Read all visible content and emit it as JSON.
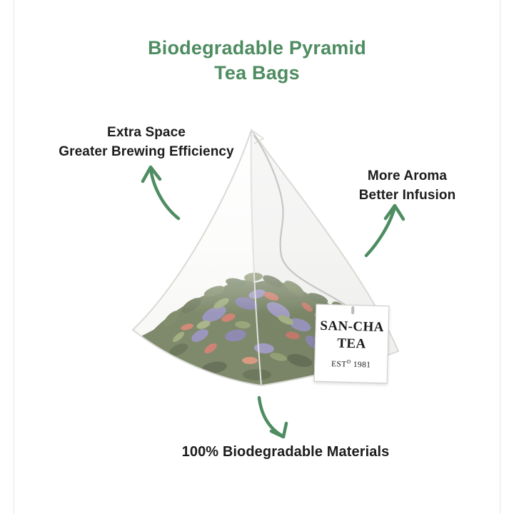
{
  "title": {
    "line1": "Biodegradable Pyramid",
    "line2": "Tea Bags"
  },
  "callouts": {
    "left": {
      "line1": "Extra Space",
      "line2": "Greater Brewing Efficiency"
    },
    "right": {
      "line1": "More Aroma",
      "line2": "Better Infusion"
    },
    "bottom": {
      "label": "100% Biodegradable Materials"
    }
  },
  "tag": {
    "brand_line1": "SAN-CHA",
    "brand_line2": "TEA",
    "est_prefix": "EST",
    "est_sup": "D",
    "est_year": "1981"
  },
  "icons": {
    "left_arrow": "curved-arrow-up-icon",
    "right_arrow": "curved-arrow-up-icon",
    "bottom_arrow": "curved-arrow-down-icon"
  },
  "colors": {
    "accent_green": "#4e8c61",
    "text_dark": "#1c1c1c",
    "bag_fill": "#f6f6f4",
    "bag_outline": "#d9d9d6",
    "leaf_olive": "#5a6a42",
    "leaf_purple": "#7f79ab",
    "leaf_red": "#c2604f",
    "tag_border": "#c8c8c6"
  }
}
